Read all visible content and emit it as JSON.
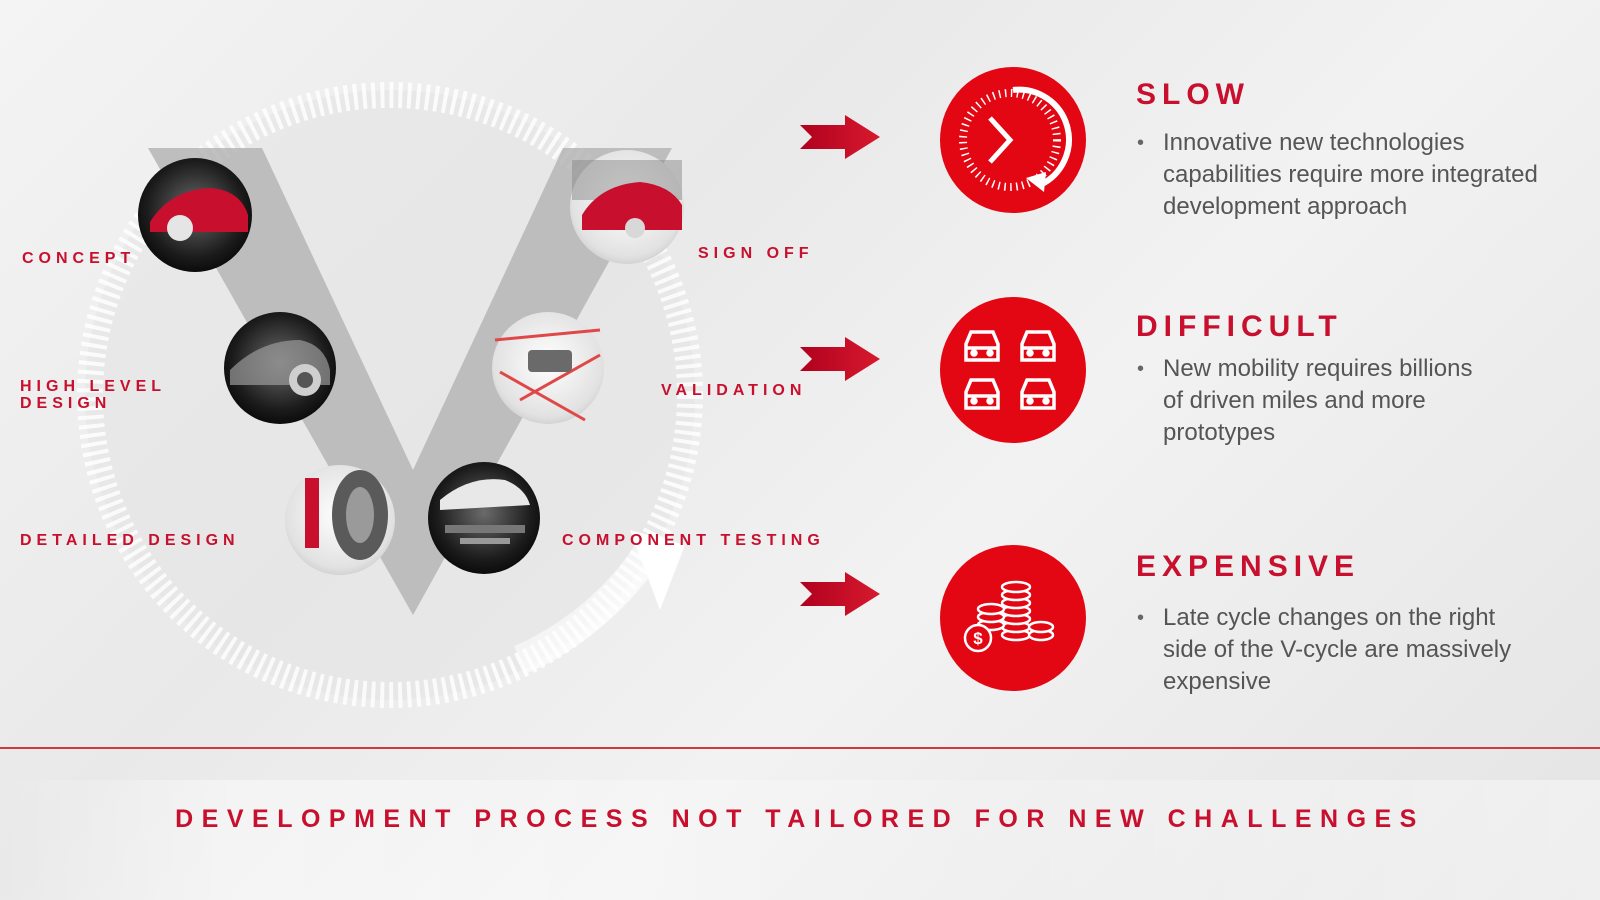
{
  "stages_left": [
    {
      "label": "CONCEPT"
    },
    {
      "label": "HIGH LEVEL\nDESIGN"
    },
    {
      "label": "DETAILED DESIGN"
    }
  ],
  "stages_right": [
    {
      "label": "SIGN OFF"
    },
    {
      "label": "VALIDATION"
    },
    {
      "label": "COMPONENT TESTING"
    }
  ],
  "challenges": [
    {
      "heading": "SLOW",
      "icon": "clock-arrow-icon",
      "bullet": "Innovative new technologies capabilities require more integrated development approach"
    },
    {
      "heading": "DIFFICULT",
      "icon": "cars-icon",
      "bullet": "New mobility requires billions of driven miles and more prototypes"
    },
    {
      "heading": "EXPENSIVE",
      "icon": "coins-icon",
      "bullet": "Late cycle changes on the right side of the V-cycle are massively expensive"
    }
  ],
  "footer": {
    "title": "DEVELOPMENT PROCESS NOT TAILORED FOR NEW CHALLENGES"
  },
  "colors": {
    "accent": "#c8102e",
    "text": "#555555",
    "v_shape": "#b9b9b9"
  }
}
